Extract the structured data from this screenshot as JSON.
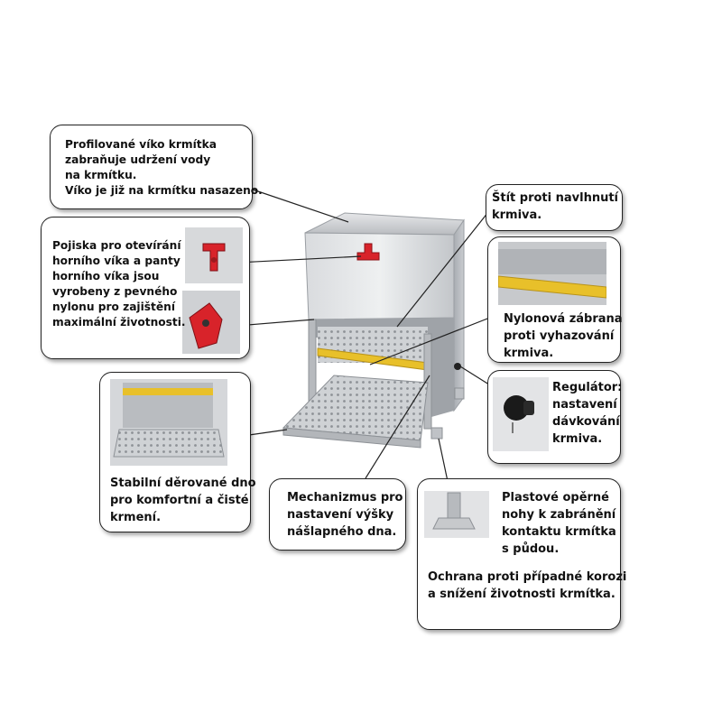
{
  "callouts": {
    "lid": [
      "Profilované víko krmítka",
      "zabraňuje udržení vody",
      "na krmítku.",
      "Víko je již na krmítku nasazeno."
    ],
    "latch": [
      "Pojiska pro otevírání",
      "horního víka a panty",
      "horního víka jsou",
      "vyrobeny z pevného",
      "nylonu pro zajištění",
      "maximální životnosti."
    ],
    "shield": [
      "Štít proti navlhnutí",
      "krmiva."
    ],
    "barrier": [
      "Nylonová zábrana",
      "proti vyhazování",
      "krmiva."
    ],
    "regulator": [
      "Regulátor:",
      "nastavení",
      "dávkování",
      "krmiva."
    ],
    "tray": [
      "Stabilní děrované dno",
      "pro komfortní a čisté",
      "krmení."
    ],
    "mechanism": [
      "Mechanizmus pro",
      "nastavení výšky",
      "nášlapného dna."
    ],
    "feet": [
      "Plastové opěrné",
      "nohy k zabránění",
      "kontaktu krmítka",
      "s půdou."
    ],
    "corrosion": [
      "Ochrana proti případné korozi",
      "a snížení životnosti krmítka."
    ]
  },
  "colors": {
    "steel": "#c9ccd0",
    "latch_red": "#d8232a",
    "barrier_yellow": "#e8c02a"
  }
}
